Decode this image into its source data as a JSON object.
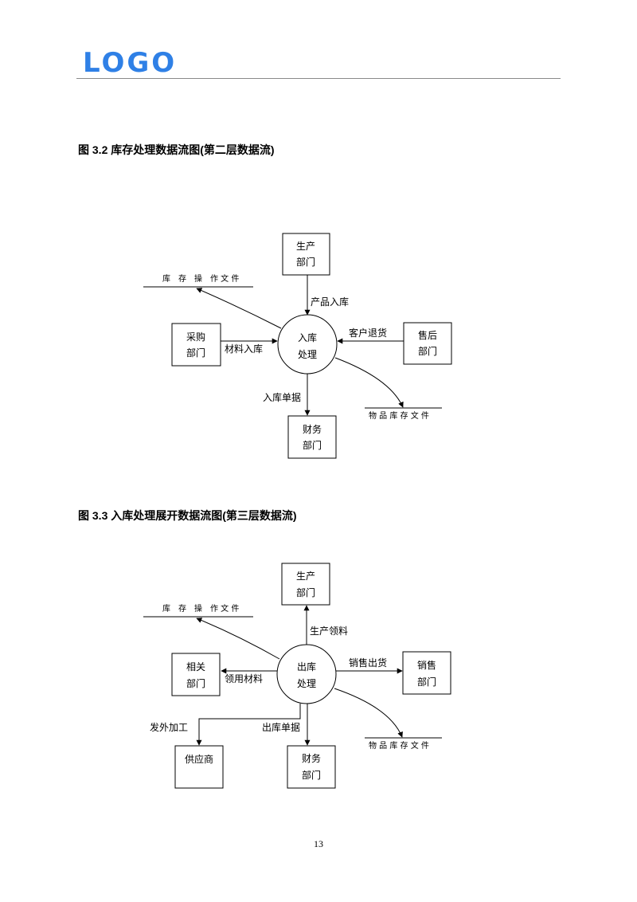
{
  "header": {
    "logo_text": "LOGO"
  },
  "figure1": {
    "caption": "图 3.2  库存处理数据流图(第二层数据流)",
    "process": {
      "line1": "入库",
      "line2": "处理"
    },
    "entities": {
      "production": {
        "line1": "生产",
        "line2": "部门"
      },
      "purchase": {
        "line1": "采购",
        "line2": "部门"
      },
      "aftersales": {
        "line1": "售后",
        "line2": "部门"
      },
      "finance": {
        "line1": "财务",
        "line2": "部门"
      }
    },
    "stores": {
      "inventory_ops": "库　存　操　作 文 件",
      "goods_inventory": "物 品 库 存 文 件"
    },
    "flows": {
      "product_in": "产品入库",
      "customer_return": "客户退货",
      "material_in": "材料入库",
      "in_receipt": "入库单据"
    }
  },
  "figure2": {
    "caption": "图 3.3  入库处理展开数据流图(第三层数据流)",
    "process": {
      "line1": "出库",
      "line2": "处理"
    },
    "entities": {
      "production": {
        "line1": "生产",
        "line2": "部门"
      },
      "related": {
        "line1": "相关",
        "line2": "部门"
      },
      "sales": {
        "line1": "销售",
        "line2": "部门"
      },
      "finance": {
        "line1": "财务",
        "line2": "部门"
      },
      "supplier": {
        "line1": "供应商"
      }
    },
    "stores": {
      "inventory_ops": "库　存　操　作 文 件",
      "goods_inventory": "物 品 库 存 文 件"
    },
    "flows": {
      "production_requisition": "生产领料",
      "sales_out": "销售出货",
      "material_requisition": "领用材料",
      "outsourcing": "发外加工",
      "out_receipt": "出库单据"
    }
  },
  "footer": {
    "page_number": "13"
  }
}
